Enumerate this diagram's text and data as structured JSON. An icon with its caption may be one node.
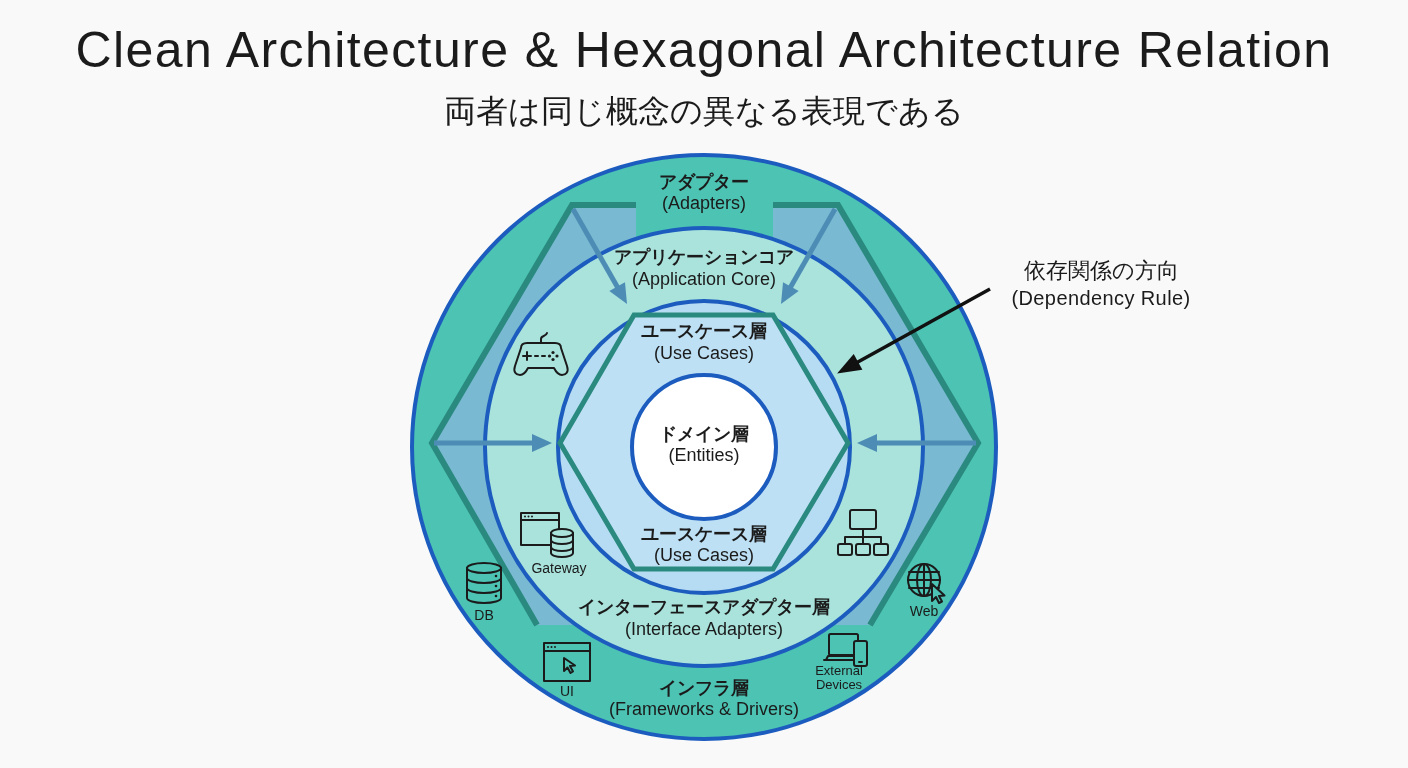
{
  "diagram": {
    "title": "Clean Architecture & Hexagonal Architecture Relation",
    "nodes": [
      {
        "text": [
          "インフラ層",
          "(Frameworks & Drivers)"
        ]
      },
      {
        "text": [
          "アダプター",
          "(Adapters)"
        ],
        "in": 0
      },
      {
        "text": [
          "アプリケーションコア",
          "(Application Core)",
          "インターフェースアダプター層",
          "(Interface Adapters)"
        ],
        "in": 1
      },
      {
        "text": [],
        "shape": "circle",
        "in": 2
      },
      {
        "text": [
          "ユースケース層",
          "(Use Cases)",
          "ユースケース層",
          "(Use Cases)"
        ],
        "in": 3
      },
      {
        "text": [
          "ドメイン層",
          "(Entities)"
        ],
        "in": 4
      },
      {
        "text": [
          "依存関係の方向",
          "(Dependency Rule)"
        ]
      }
    ],
    "edges": [
      {
        "from": 1,
        "to": 4,
        "arrow": "to"
      },
      {
        "from": 1,
        "to": 4,
        "arrow": "to"
      },
      {
        "from": 1,
        "to": 4,
        "arrow": "to"
      },
      {
        "from": 1,
        "to": 4,
        "arrow": "to"
      },
      {
        "from": 6,
        "to": 3,
        "arrow": "to",
        "color": "#111111"
      }
    ],
    "labels": [
      "両者は同じ概念の異なる表現である",
      "Gateway",
      "Web",
      "DB",
      "External Devices",
      "UI"
    ]
  }
}
